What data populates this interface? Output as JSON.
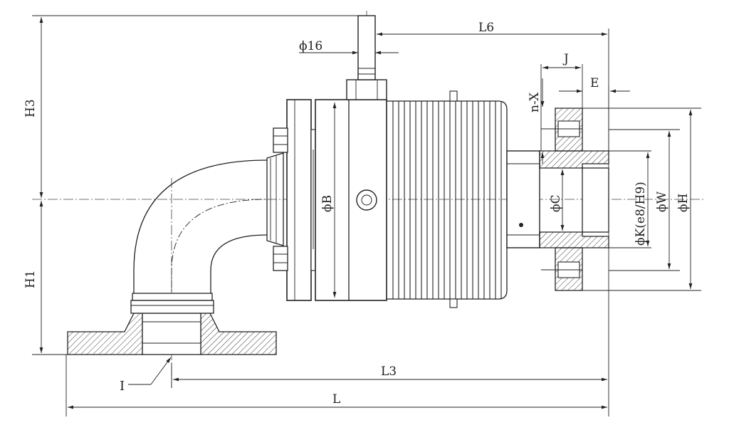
{
  "dimensions": {
    "h3": "H3",
    "h1": "H1",
    "l6": "L6",
    "d16": "ϕ16",
    "j": "J",
    "nx": "n-X",
    "e": "E",
    "b": "ϕB",
    "c": "ϕC",
    "k": "ϕK(e8/H9)",
    "w": "ϕW",
    "h": "ϕH",
    "l3": "L3",
    "l": "L",
    "i": "I"
  }
}
